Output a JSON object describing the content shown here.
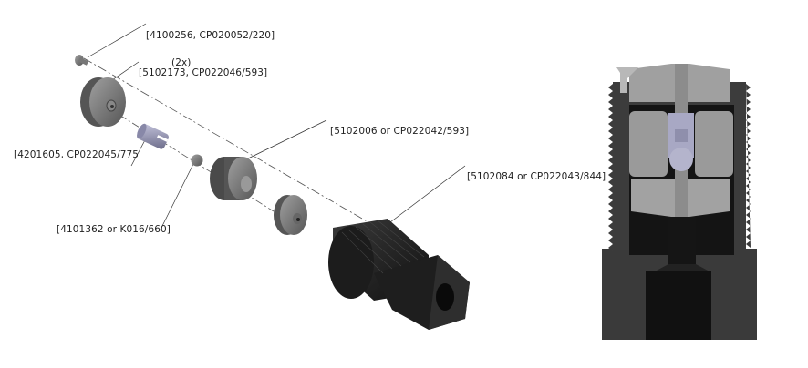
{
  "labels": {
    "screw": "[4100256, CP020052/220]",
    "quantity": "(2x)",
    "cap_disk": "[5102173, CP022046/593]",
    "cage_insert": "[4201605, CP022045/775",
    "ball": "[4101362 or K016/660]",
    "seat_ring": "[5102006 or CP022042/593]",
    "body_fitting": "[5102084 or CP022043/844]"
  },
  "colors": {
    "metal_gray": "#8a8a8a",
    "dark_body": "#2b2b2b",
    "insert_lavender": "#a8a8c4",
    "section_gray": "#9c9c9c"
  }
}
